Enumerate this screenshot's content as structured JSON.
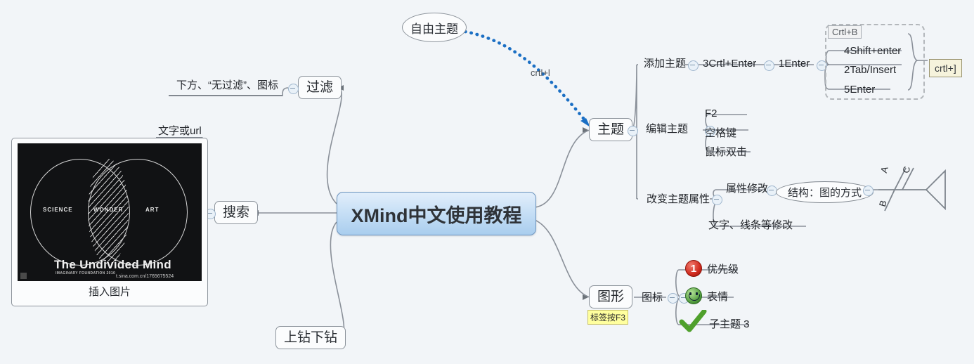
{
  "root": {
    "label": "XMind中文使用教程"
  },
  "floating": {
    "label": "自由主题"
  },
  "relationship": {
    "label": "crtl+l"
  },
  "left_branches": {
    "filter": {
      "label": "过滤",
      "child": "下方、“无过滤”、图标"
    },
    "search": {
      "label": "搜索",
      "child": "文字或url",
      "picture_caption": "插入图片"
    },
    "drill": {
      "label": "上钻下钻"
    }
  },
  "picture": {
    "left_circle_label": "SCIENCE",
    "center_label": "WONDER",
    "right_circle_label": "ART",
    "title": "The Undivided Mind",
    "subtitle": "IMAGINARY FOUNDATION 2010",
    "watermark": "t.sina.com.cn/1765675524"
  },
  "topic": {
    "label": "主题",
    "add": {
      "label": "添加主题",
      "chain": [
        "3Crtl+Enter",
        "1Enter"
      ],
      "items": [
        "4Shift+enter",
        "2Tab/Insert",
        "5Enter"
      ],
      "boundary_title": "Crtl+B",
      "summary": "crtl+]"
    },
    "edit": {
      "label": "编辑主题",
      "items": [
        "F2",
        "空格键",
        "鼠标双击"
      ]
    },
    "attrs": {
      "label": "改变主题属性",
      "modify": "属性修改",
      "structure": "结构：图的方式",
      "text_line": "文字、线条等修改",
      "fishbone": {
        "a": "A",
        "b": "B",
        "c": "C"
      }
    }
  },
  "shape": {
    "label": "图形",
    "tag": "标签按F3",
    "icons_label": "图标",
    "icons": [
      {
        "name": "priority-1-icon",
        "glyph": "1",
        "label": "优先级"
      },
      {
        "name": "smiley-icon",
        "glyph": "",
        "label": "表情"
      },
      {
        "name": "check-icon",
        "glyph": "",
        "label": "子主题 3"
      }
    ]
  }
}
